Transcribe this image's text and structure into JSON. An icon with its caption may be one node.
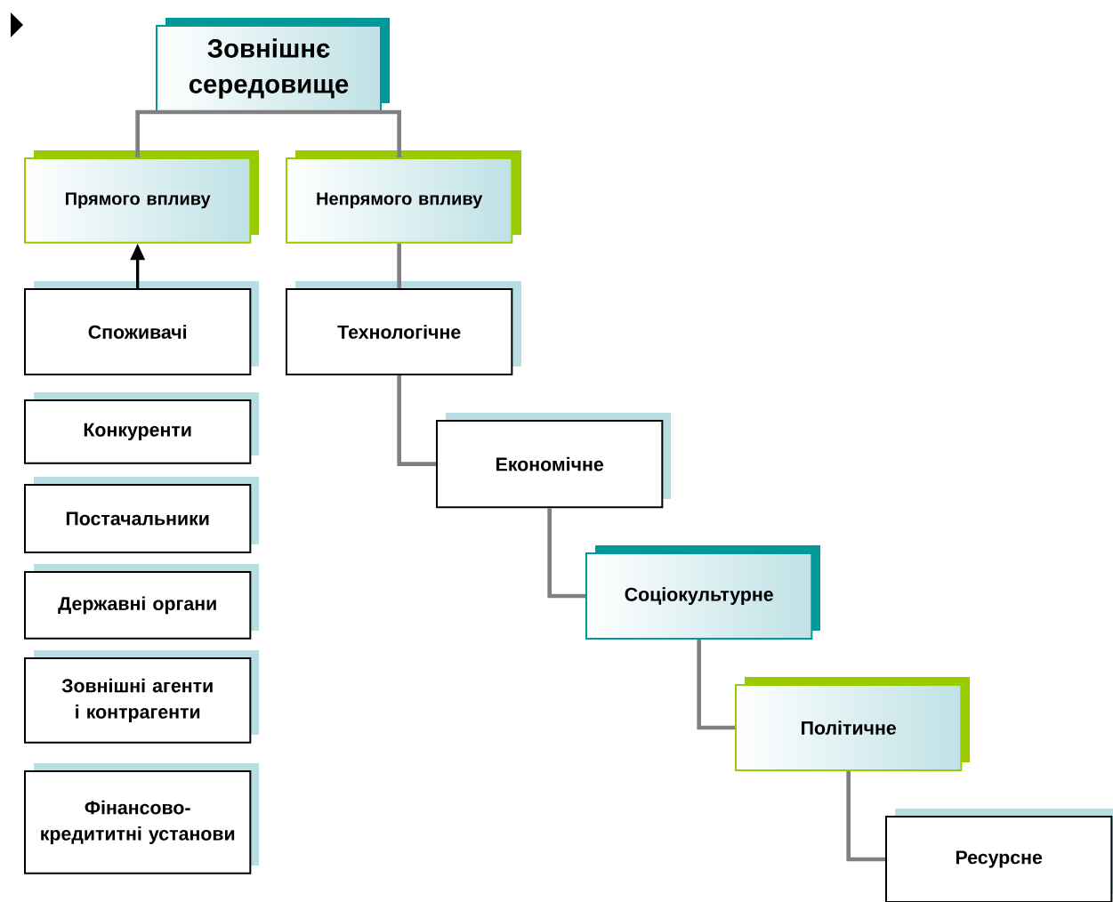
{
  "diagram": {
    "nodes": [
      {
        "text": [
          "Зовнішнє середовище"
        ]
      },
      {
        "text": [
          "Прямого впливу"
        ]
      },
      {
        "text": [
          "Непрямого впливу"
        ]
      },
      {
        "text": [
          "Споживачі"
        ]
      },
      {
        "text": [
          "Конкуренти"
        ]
      },
      {
        "text": [
          "Постачальники"
        ]
      },
      {
        "text": [
          "Державні органи"
        ]
      },
      {
        "text": [
          "Зовнішні агенти і контрагенти"
        ]
      },
      {
        "text": [
          "Фінансово-кредититні установи"
        ]
      },
      {
        "text": [
          "Технологічне"
        ]
      },
      {
        "text": [
          "Економічне"
        ]
      },
      {
        "text": [
          "Соціокультурне"
        ]
      },
      {
        "text": [
          "Політичне"
        ]
      },
      {
        "text": [
          "Ресурсне"
        ]
      }
    ],
    "edges": [
      {
        "from": 0,
        "to": 1,
        "arrow": "none"
      },
      {
        "from": 0,
        "to": 2,
        "arrow": "none"
      },
      {
        "from": 3,
        "to": 1,
        "arrow": "to",
        "color": "#000000"
      },
      {
        "from": 2,
        "to": 9,
        "arrow": "none"
      },
      {
        "from": 9,
        "to": 10,
        "arrow": "none"
      },
      {
        "from": 10,
        "to": 11,
        "arrow": "none"
      },
      {
        "from": 11,
        "to": 12,
        "arrow": "none"
      },
      {
        "from": 12,
        "to": 13,
        "arrow": "none"
      }
    ]
  }
}
